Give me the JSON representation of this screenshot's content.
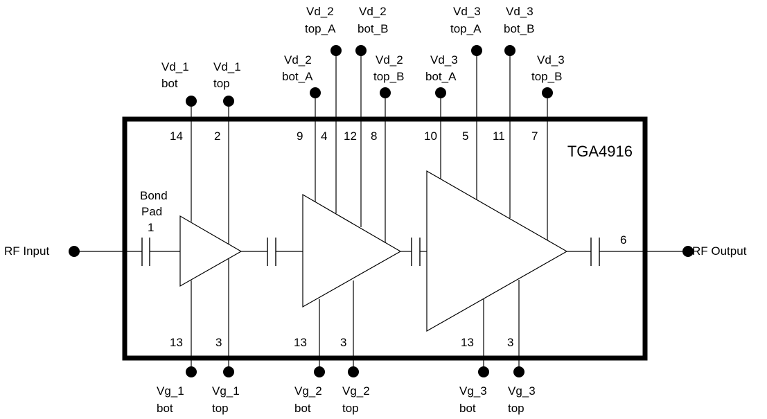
{
  "chip": {
    "name": "TGA4916"
  },
  "ports": {
    "input": {
      "label": "RF Input"
    },
    "output": {
      "label": "RF Output",
      "pin": "6"
    },
    "bond_pad": {
      "line1": "Bond",
      "line2": "Pad",
      "line3": "1"
    }
  },
  "stage1": {
    "vd_bot": {
      "line1": "Vd_1",
      "line2": "bot",
      "pin": "14"
    },
    "vd_top": {
      "line1": "Vd_1",
      "line2": "top",
      "pin": "2"
    },
    "vg_bot": {
      "line1": "Vg_1",
      "line2": "bot",
      "pin": "13"
    },
    "vg_top": {
      "line1": "Vg_1",
      "line2": "top",
      "pin": "3"
    }
  },
  "stage2": {
    "vd_bot_a": {
      "line1": "Vd_2",
      "line2": "bot_A",
      "pin": "9"
    },
    "vd_top_a": {
      "line1": "Vd_2",
      "line2": "top_A",
      "pin": "4"
    },
    "vd_bot_b": {
      "line1": "Vd_2",
      "line2": "bot_B",
      "pin": "12"
    },
    "vd_top_b": {
      "line1": "Vd_2",
      "line2": "top_B",
      "pin": "8"
    },
    "vg_bot": {
      "line1": "Vg_2",
      "line2": "bot",
      "pin": "13"
    },
    "vg_top": {
      "line1": "Vg_2",
      "line2": "top",
      "pin": "3"
    }
  },
  "stage3": {
    "vd_bot_a": {
      "line1": "Vd_3",
      "line2": "bot_A",
      "pin": "10"
    },
    "vd_top_a": {
      "line1": "Vd_3",
      "line2": "top_A",
      "pin": "5"
    },
    "vd_bot_b": {
      "line1": "Vd_3",
      "line2": "bot_B",
      "pin": "11"
    },
    "vd_top_b": {
      "line1": "Vd_3",
      "line2": "top_B",
      "pin": "7"
    },
    "vg_bot": {
      "line1": "Vg_3",
      "line2": "bot",
      "pin": "13"
    },
    "vg_top": {
      "line1": "Vg_3",
      "line2": "top",
      "pin": "3"
    }
  }
}
